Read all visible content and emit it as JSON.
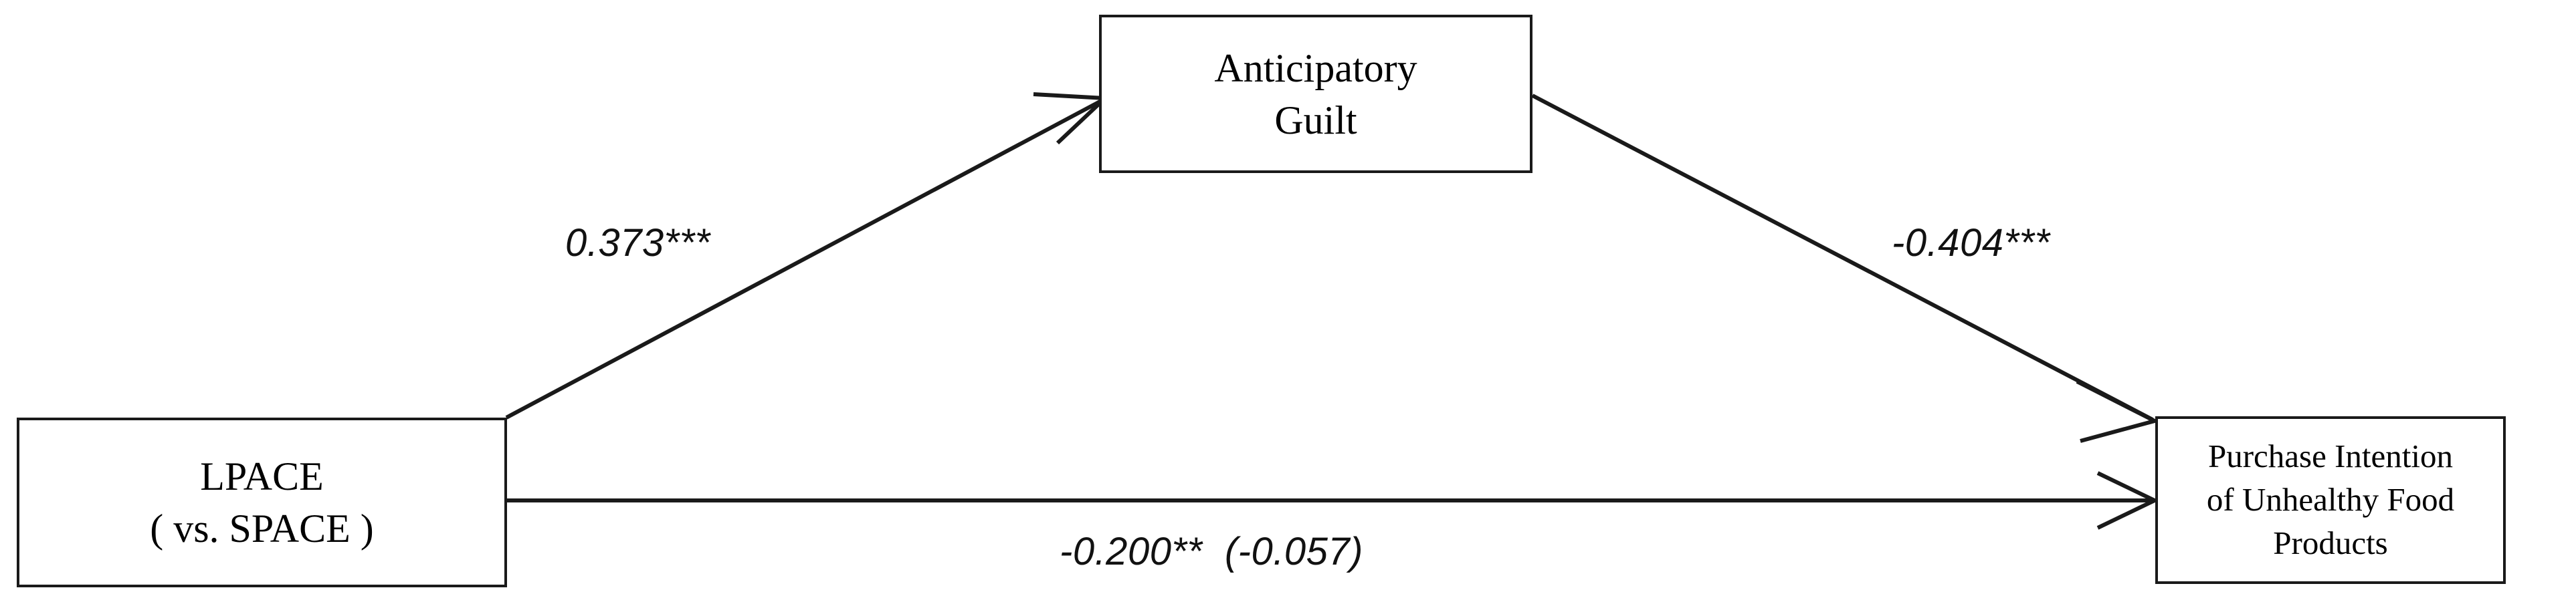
{
  "diagram": {
    "type": "mediation-path-diagram",
    "title": "",
    "background_color": "#ffffff",
    "line_color": "#1a1a1a",
    "text_color": "#000000",
    "nodes": [
      {
        "id": "predictor",
        "name": "LPACE (vs. SPACE)",
        "lines": [
          "LPACE",
          "( vs. SPACE )"
        ],
        "line1": "LPACE",
        "line2": "( vs. SPACE )"
      },
      {
        "id": "mediator",
        "name": "Anticipatory Guilt",
        "lines": [
          "Anticipatory",
          "Guilt"
        ],
        "line1": "Anticipatory",
        "line2": "Guilt"
      },
      {
        "id": "outcome",
        "name": "Purchase Intention of Unhealthy Food Products",
        "lines": [
          "Purchase Intention",
          "of Unhealthy Food",
          "Products"
        ],
        "line1": "Purchase Intention",
        "line2": "of Unhealthy Food",
        "line3": "Products"
      }
    ],
    "edges": [
      {
        "id": "a-path",
        "from": "predictor",
        "to": "mediator",
        "label": "0.373***",
        "coefficient": 0.373,
        "significance": "***"
      },
      {
        "id": "b-path",
        "from": "mediator",
        "to": "outcome",
        "label": "-0.404***",
        "coefficient": -0.404,
        "significance": "***"
      },
      {
        "id": "c-path",
        "from": "predictor",
        "to": "outcome",
        "label": "-0.200**  (-0.057)",
        "total_effect": -0.2,
        "significance": "**",
        "direct_effect": -0.057
      }
    ]
  }
}
